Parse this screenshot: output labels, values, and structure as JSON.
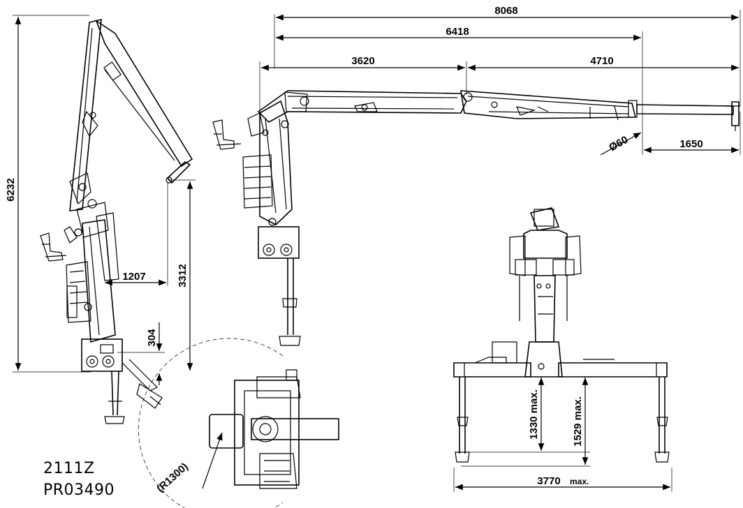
{
  "drawing": {
    "model": "2111Z",
    "part_number": "PR03490",
    "dimensions": {
      "total_height": "6232",
      "height_3312": "3312",
      "reach_folded": "1207",
      "base_offset": "304",
      "total_reach": "8068",
      "reach_6418": "6418",
      "reach_3620": "3620",
      "reach_4710": "4710",
      "extension": "1650",
      "diameter": "Ø60",
      "slew_radius": "(R1300)",
      "outrigger_width": "3770",
      "height_1330": "1330 max.",
      "height_1529": "1529 max."
    },
    "max_suffix": "max."
  }
}
